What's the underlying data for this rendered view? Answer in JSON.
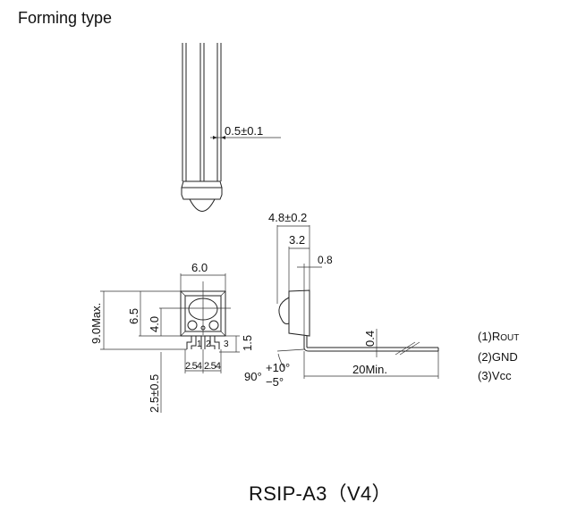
{
  "title": "Forming type",
  "caption": "RSIP-A3（V4）",
  "dimensions": {
    "lead_width": "0.5±0.1",
    "body_width": "6.0",
    "total_height": "9.0Max.",
    "body_height": "6.5",
    "lens_center": "4.0",
    "lead_standoff": "1.5",
    "pitch_left": "2.54",
    "pitch_right": "2.54",
    "lead_bend": "2.5±0.5",
    "depth_total": "4.8±0.2",
    "depth_body": "3.2",
    "lead_offset": "0.8",
    "lead_thickness": "0.4",
    "lead_length": "20Min.",
    "angle": "90°",
    "angle_plus": "+10°",
    "angle_minus": "−5°"
  },
  "pin_numbers": [
    "1",
    "2",
    "3"
  ],
  "pins": [
    {
      "num": "(1)",
      "name": "R",
      "name_small": "OUT"
    },
    {
      "num": "(2)",
      "name": "GND",
      "name_small": ""
    },
    {
      "num": "(3)",
      "name": "V",
      "name_small": "cc"
    }
  ]
}
